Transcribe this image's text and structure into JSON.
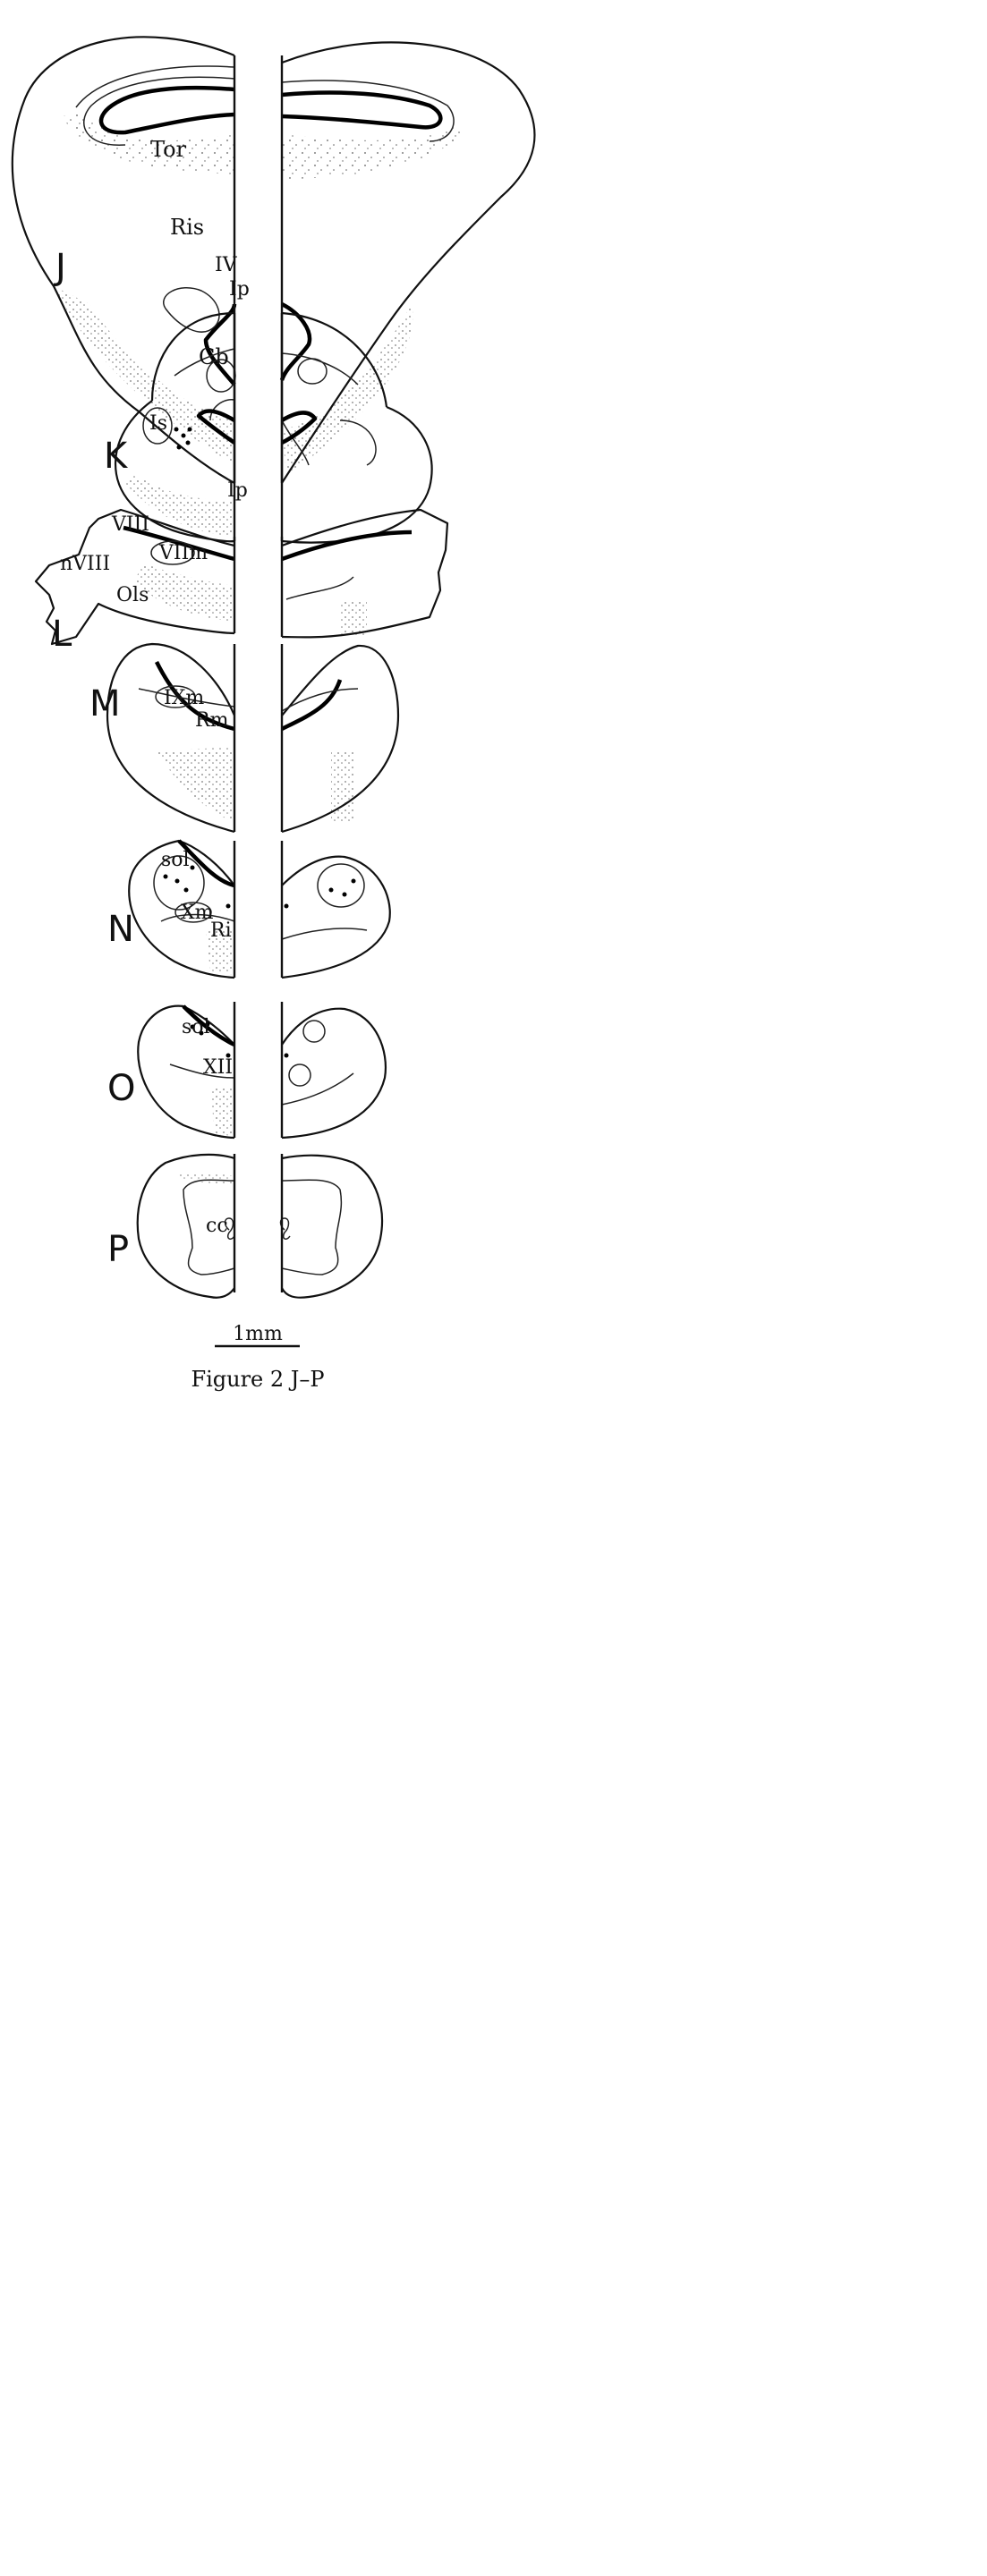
{
  "figure": {
    "caption": "Figure 2 J–P",
    "scale_bar_label": "1mm"
  },
  "sections": [
    {
      "id": "J",
      "letter": "J",
      "labels": {
        "tor": "Tor",
        "ris": "Ris",
        "iv": "IV",
        "ip": "Ip"
      }
    },
    {
      "id": "K",
      "letter": "K",
      "labels": {
        "cb": "Cb",
        "is": "Is",
        "ip": "Ip"
      }
    },
    {
      "id": "L",
      "letter": "L",
      "labels": {
        "viii": "VIII",
        "viim": "VIIm",
        "nviii": "nVIII",
        "ols": "Ols"
      }
    },
    {
      "id": "M",
      "letter": "M",
      "labels": {
        "ixm": "IXm",
        "rm": "Rm"
      }
    },
    {
      "id": "N",
      "letter": "N",
      "labels": {
        "sol": "sol",
        "xm": "Xm",
        "ri": "Ri"
      }
    },
    {
      "id": "O",
      "letter": "O",
      "labels": {
        "sol": "sol",
        "xii": "XII"
      }
    },
    {
      "id": "P",
      "letter": "P",
      "labels": {
        "cc": "cc"
      }
    }
  ]
}
